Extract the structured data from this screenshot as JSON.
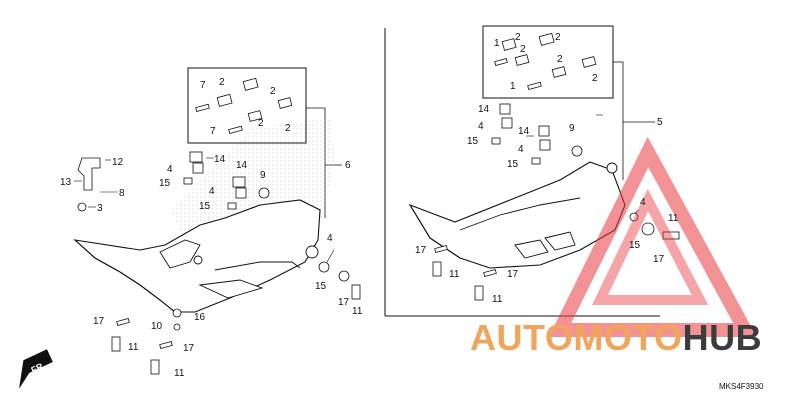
{
  "diagram": {
    "code": "MKS4F3930",
    "front_label": "FR.",
    "watermark": {
      "text_a": "AUTOMOTO",
      "text_b": "HUB",
      "color_a": "#f2a45a",
      "color_b": "#3c3c3c",
      "triangle_color": "#e8383d"
    },
    "callouts": {
      "l1": "1",
      "l2": "2",
      "l3": "2",
      "l4": "2",
      "l5": "2",
      "l6": "2",
      "l7": "1",
      "l8": "5",
      "l9": "14",
      "l10": "4",
      "l11": "15",
      "l12": "14",
      "l13": "4",
      "l14": "15",
      "l15": "9",
      "l16": "17",
      "l17": "11",
      "l18": "17",
      "l19": "11",
      "l20": "4",
      "l21": "15",
      "l22": "17",
      "l23": "11",
      "l24": "7",
      "l25": "2",
      "l26": "2",
      "l27": "7",
      "l28": "2",
      "l29": "2",
      "l30": "6",
      "l31": "12",
      "l32": "13",
      "l33": "8",
      "l34": "3",
      "l35": "4",
      "l36": "14",
      "l37": "15",
      "l38": "14",
      "l39": "4",
      "l40": "15",
      "l41": "9",
      "l42": "4",
      "l43": "15",
      "l44": "17",
      "l45": "11",
      "l46": "17",
      "l47": "10",
      "l48": "16",
      "l49": "11",
      "l50": "17",
      "l51": "11"
    }
  }
}
